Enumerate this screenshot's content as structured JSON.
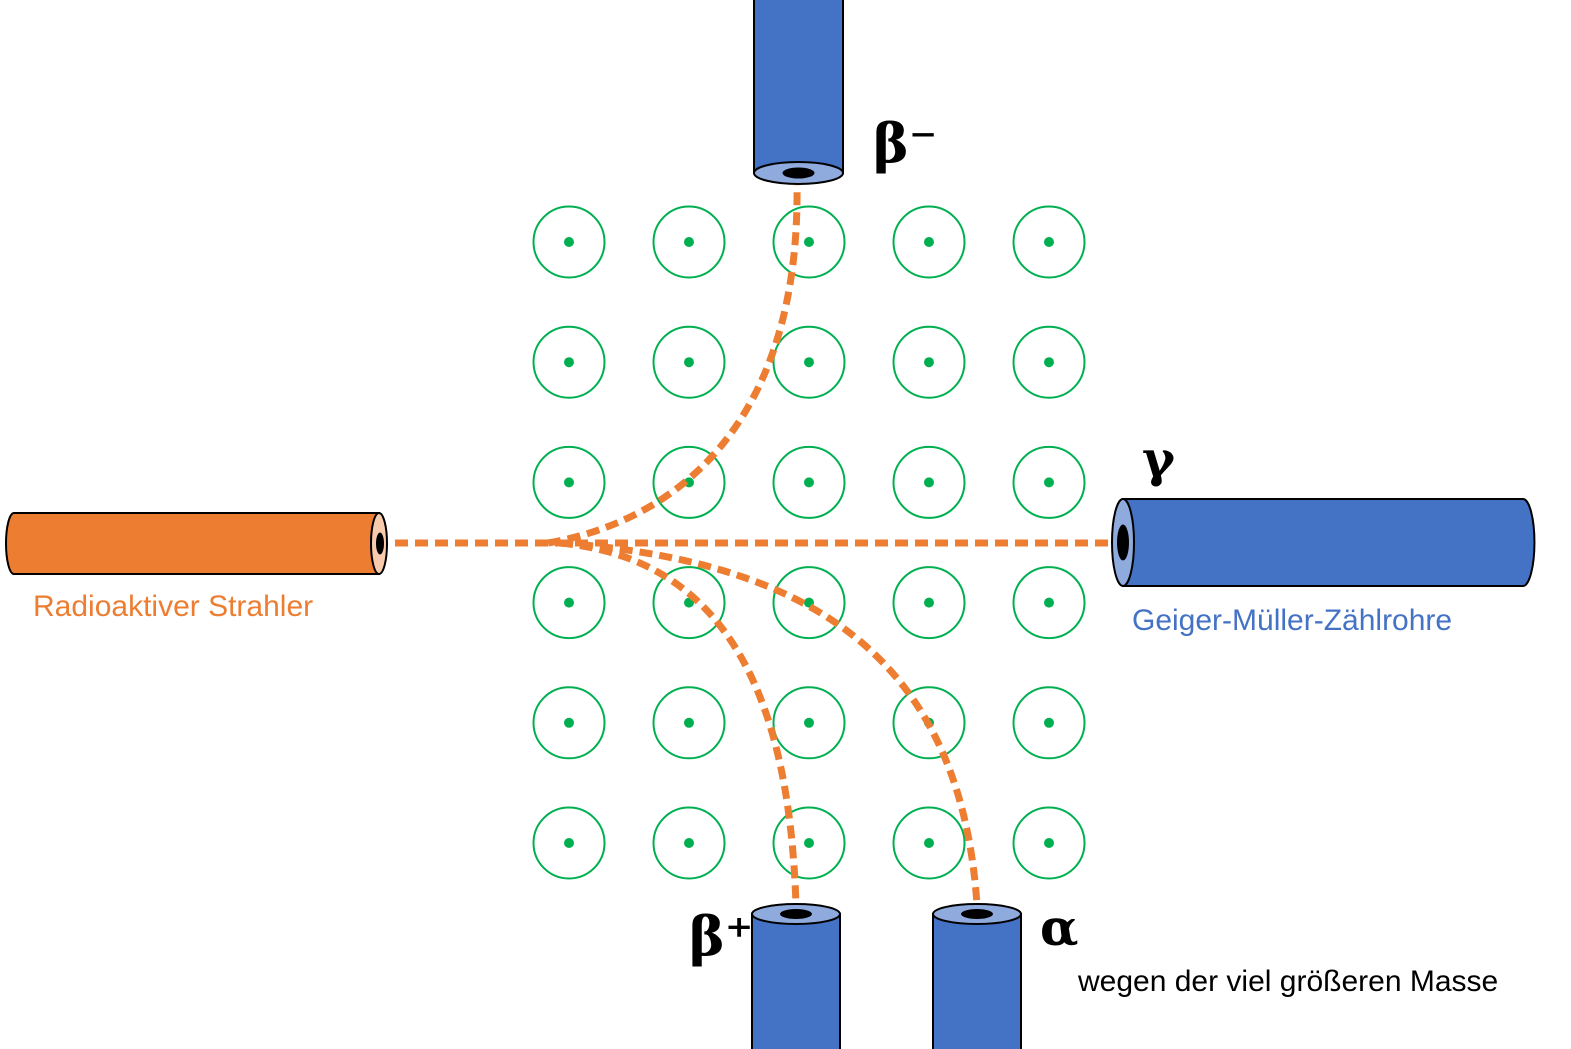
{
  "labels": {
    "source": "Radioaktiver Strahler",
    "detectors": "Geiger-Müller-Zählrohre",
    "alpha_note": "wegen der viel größeren Masse"
  },
  "particles": {
    "beta_minus": "β⁻",
    "beta_plus": "β⁺",
    "gamma": "γ",
    "alpha": "α"
  },
  "field": {
    "direction": "out-of-page",
    "rows": 6,
    "cols": 5
  },
  "colors": {
    "source_fill": "#ED7D31",
    "source_cap": "#F8CBAD",
    "tube_fill": "#4472C4",
    "tube_cap": "#8FAADC",
    "field": "#00B050",
    "path": "#ED7D31",
    "detector_label": "#4472C4"
  }
}
